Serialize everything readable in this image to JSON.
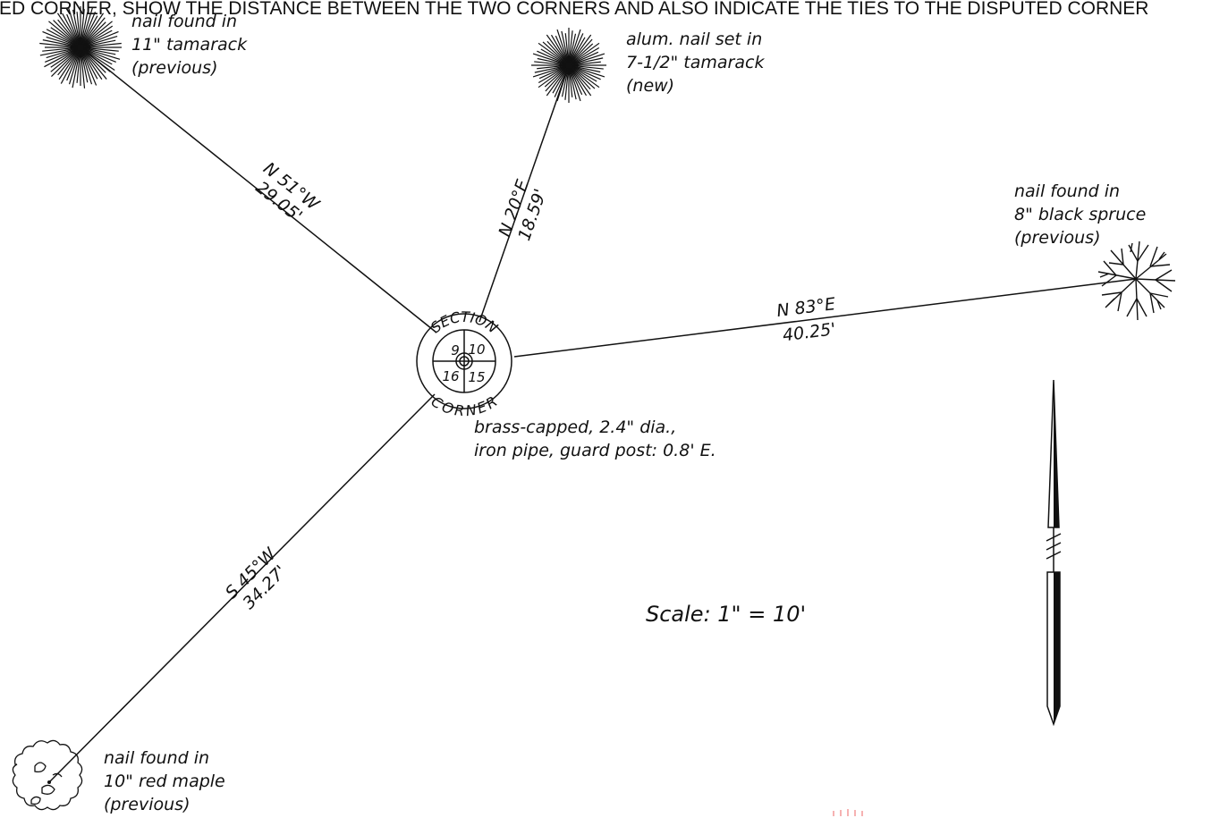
{
  "header": {
    "text": "ESTABLISHED CORNER, SHOW THE DISTANCE BETWEEN THE TWO CORNERS AND ALSO INDICATE THE TIES TO THE DISPUTED CORNER"
  },
  "corner": {
    "top_text": "SECTION",
    "bottom_text": "CORNER",
    "sections": {
      "nw": "9",
      "ne": "10",
      "sw": "16",
      "se": "15"
    },
    "note_line1": "brass-capped, 2.4\" dia.,",
    "note_line2": "iron pipe, guard post: 0.8' E."
  },
  "ties": [
    {
      "id": "nw",
      "bearing": "N 51°W",
      "distance": "29.05'"
    },
    {
      "id": "ne",
      "bearing": "N 20°E",
      "distance": "18.59'"
    },
    {
      "id": "e",
      "bearing": "N 83°E",
      "distance": "40.25'"
    },
    {
      "id": "sw",
      "bearing": "S 45°W",
      "distance": "34.27'"
    }
  ],
  "trees": [
    {
      "id": "nw",
      "icon": "tamarack-tree-icon",
      "lines": [
        "nail found in",
        "11\" tamarack",
        "(previous)"
      ]
    },
    {
      "id": "ne",
      "icon": "tamarack-tree-icon",
      "lines": [
        "alum. nail set in",
        "7-1/2\" tamarack",
        "(new)"
      ]
    },
    {
      "id": "e",
      "icon": "black-spruce-tree-icon",
      "lines": [
        "nail found in",
        "8\" black spruce",
        "(previous)"
      ]
    },
    {
      "id": "sw",
      "icon": "red-maple-tree-icon",
      "lines": [
        "nail found in",
        "10\" red maple",
        "(previous)"
      ]
    }
  ],
  "scale": "Scale: 1\" = 10'",
  "north_arrow": {
    "icon": "north-arrow-icon"
  }
}
